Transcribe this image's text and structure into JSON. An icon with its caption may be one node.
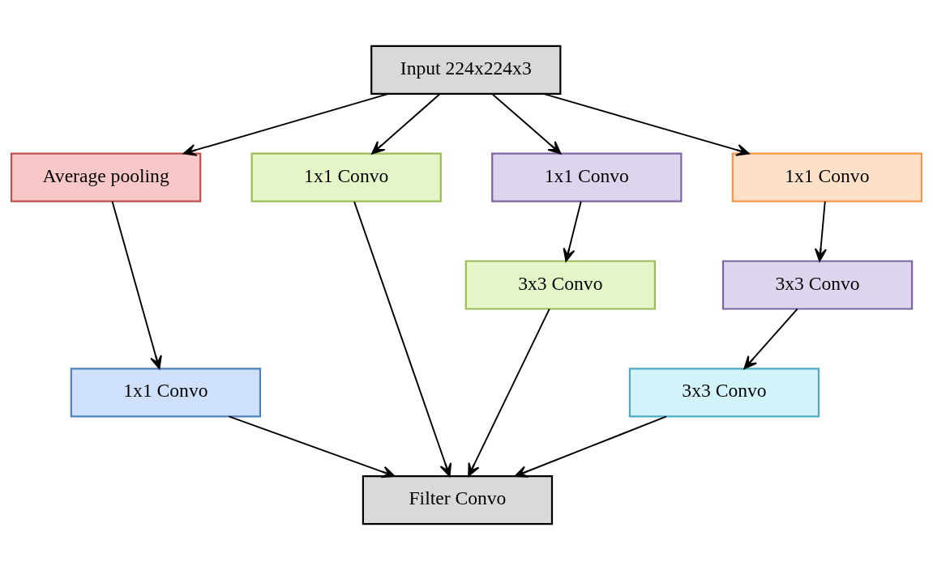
{
  "diagram": {
    "nodes": [
      {
        "text": [
          "Input 224x224x3"
        ]
      },
      {
        "text": [
          "Average pooling"
        ]
      },
      {
        "text": [
          "1x1 Convo"
        ]
      },
      {
        "text": [
          "1x1 Convo"
        ]
      },
      {
        "text": [
          "1x1 Convo"
        ]
      },
      {
        "text": [
          "1x1 Convo"
        ]
      },
      {
        "text": [
          "3x3 Convo"
        ]
      },
      {
        "text": [
          "3x3 Convo"
        ]
      },
      {
        "text": [
          "3x3 Convo"
        ]
      },
      {
        "text": [
          "Filter Convo"
        ]
      }
    ],
    "edges": [
      {
        "from": 0,
        "to": 1,
        "arrow": "to"
      },
      {
        "from": 0,
        "to": 2,
        "arrow": "to"
      },
      {
        "from": 0,
        "to": 3,
        "arrow": "to"
      },
      {
        "from": 0,
        "to": 4,
        "arrow": "to"
      },
      {
        "from": 1,
        "to": 5,
        "arrow": "to"
      },
      {
        "from": 3,
        "to": 6,
        "arrow": "to"
      },
      {
        "from": 4,
        "to": 7,
        "arrow": "to"
      },
      {
        "from": 7,
        "to": 8,
        "arrow": "to"
      },
      {
        "from": 5,
        "to": 9,
        "arrow": "to"
      },
      {
        "from": 2,
        "to": 9,
        "arrow": "to"
      },
      {
        "from": 6,
        "to": 9,
        "arrow": "to"
      },
      {
        "from": 8,
        "to": 9,
        "arrow": "to"
      }
    ]
  }
}
